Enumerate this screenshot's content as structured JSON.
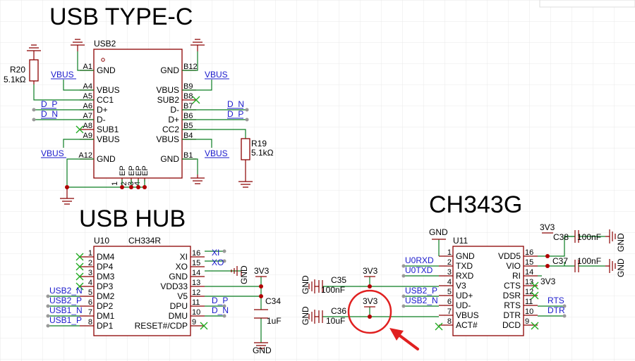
{
  "titles": {
    "usb_typec": "USB TYPE-C",
    "usb_hub": "USB HUB",
    "ch343g": "CH343G"
  },
  "colors": {
    "wire": "#0a7d22",
    "component": "#8b0000",
    "net_label": "#1a1acc",
    "annotation": "#e02020",
    "grid": "#e6e6e6"
  },
  "usb2": {
    "ref": "USB2",
    "left_pins": [
      {
        "num": "A1",
        "name": "GND"
      },
      {
        "num": "A4",
        "name": "VBUS"
      },
      {
        "num": "A5",
        "name": "CC1"
      },
      {
        "num": "A6",
        "name": "D+"
      },
      {
        "num": "A7",
        "name": "D-"
      },
      {
        "num": "A8",
        "name": "SUB1"
      },
      {
        "num": "A9",
        "name": "VBUS"
      },
      {
        "num": "A12",
        "name": "GND"
      }
    ],
    "right_pins": [
      {
        "num": "B12",
        "name": "GND"
      },
      {
        "num": "B9",
        "name": "VBUS"
      },
      {
        "num": "B8",
        "name": "SUB2"
      },
      {
        "num": "B7",
        "name": "D-"
      },
      {
        "num": "B6",
        "name": "D+"
      },
      {
        "num": "B5",
        "name": "CC2"
      },
      {
        "num": "B4",
        "name": "VBUS"
      },
      {
        "num": "B1",
        "name": "GND"
      }
    ],
    "ep_pins": [
      {
        "num": "1",
        "name": "EP"
      },
      {
        "num": "2",
        "name": "EP"
      },
      {
        "num": "3",
        "name": "EP"
      },
      {
        "num": "4",
        "name": "EP"
      }
    ]
  },
  "r20": {
    "ref": "R20",
    "value": "5.1kΩ"
  },
  "r19": {
    "ref": "R19",
    "value": "5.1kΩ"
  },
  "typec_nets": {
    "vbus_left_top": "VBUS",
    "vbus_left_bottom": "VBUS",
    "vbus_right_top": "VBUS",
    "vbus_right_bottom": "VBUS",
    "dp_left": "D_P",
    "dn_left": "D_N",
    "dn_right": "D_N",
    "dp_right": "D_P"
  },
  "u10": {
    "ref": "U10",
    "part": "CH334R",
    "left_pins": [
      {
        "num": "1",
        "name": "DM4"
      },
      {
        "num": "2",
        "name": "DP4"
      },
      {
        "num": "3",
        "name": "DM3"
      },
      {
        "num": "4",
        "name": "DP3"
      },
      {
        "num": "5",
        "name": "DM2"
      },
      {
        "num": "6",
        "name": "DP2"
      },
      {
        "num": "7",
        "name": "DM1"
      },
      {
        "num": "8",
        "name": "DP1"
      }
    ],
    "right_pins": [
      {
        "num": "16",
        "name": "XI"
      },
      {
        "num": "15",
        "name": "XO"
      },
      {
        "num": "14",
        "name": "GND"
      },
      {
        "num": "13",
        "name": "VDD33"
      },
      {
        "num": "12",
        "name": "V5"
      },
      {
        "num": "11",
        "name": "DPU"
      },
      {
        "num": "10",
        "name": "DMU"
      },
      {
        "num": "9",
        "name": "RESET#/CDP"
      }
    ]
  },
  "hub_nets": {
    "usb2_n": "USB2_N",
    "usb2_p": "USB2_P",
    "usb1_n": "USB1_N",
    "usb1_p": "USB1_P",
    "xi": "XI",
    "xo": "XO",
    "d_p": "D_P",
    "d_n": "D_N",
    "v3v3": "3V3",
    "gnd_right": "GND",
    "gnd_bottom": "GND"
  },
  "c34": {
    "ref": "C34",
    "value": "1uF"
  },
  "u11": {
    "ref": "U11",
    "left_pins": [
      {
        "num": "1",
        "name": "GND"
      },
      {
        "num": "2",
        "name": "TXD"
      },
      {
        "num": "3",
        "name": "RXD"
      },
      {
        "num": "4",
        "name": "V3"
      },
      {
        "num": "5",
        "name": "UD+"
      },
      {
        "num": "6",
        "name": "UD-"
      },
      {
        "num": "7",
        "name": "VBUS"
      },
      {
        "num": "8",
        "name": "ACT#"
      }
    ],
    "right_pins": [
      {
        "num": "16",
        "name": "VDD5"
      },
      {
        "num": "15",
        "name": "VIO"
      },
      {
        "num": "14",
        "name": "RI"
      },
      {
        "num": "13",
        "name": "CTS"
      },
      {
        "num": "12",
        "name": "DSR"
      },
      {
        "num": "11",
        "name": "RTS"
      },
      {
        "num": "10",
        "name": "DTR"
      },
      {
        "num": "9",
        "name": "DCD"
      }
    ]
  },
  "ch343_nets": {
    "gnd_top": "GND",
    "u0rxd": "U0RXD",
    "u0txd": "U0TXD",
    "usb2_p": "USB2_P",
    "usb2_n": "USB2_N",
    "v3v3_a": "3V3",
    "v3v3_b": "3V3",
    "v3v3_top": "3V3",
    "v3v3_ri": "3V3",
    "rts": "RTS",
    "dtr": "DTR",
    "gnd_c35": "GND",
    "gnd_c36": "GND",
    "gnd_c38": "GND",
    "gnd_c37": "GND"
  },
  "c35": {
    "ref": "C35",
    "value": "100nF"
  },
  "c36": {
    "ref": "C36",
    "value": "10uF"
  },
  "c38": {
    "ref": "C38",
    "value": "100nF"
  },
  "c37": {
    "ref": "C37",
    "value": "100nF"
  }
}
